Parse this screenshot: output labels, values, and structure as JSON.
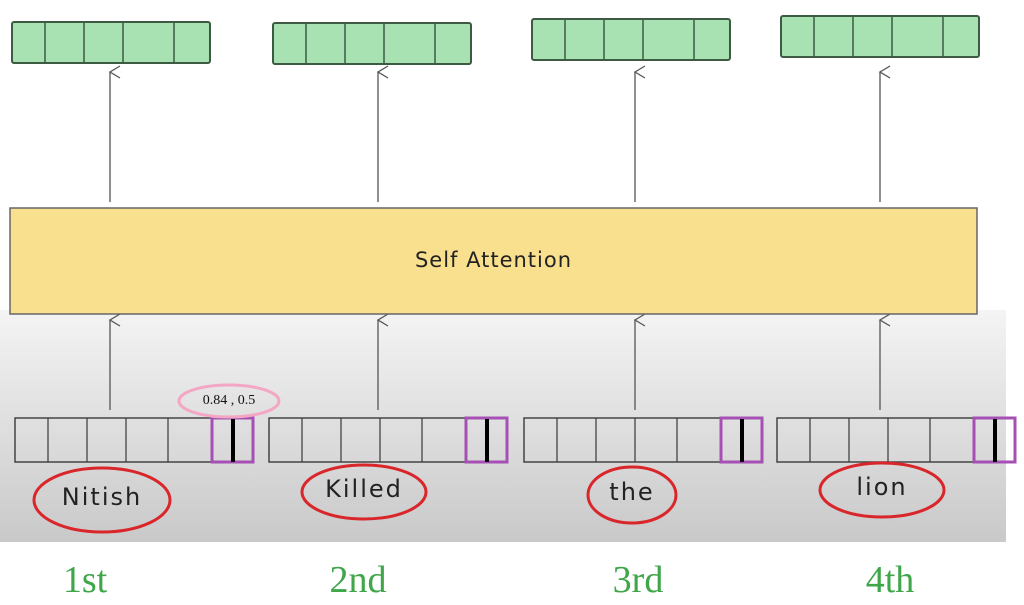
{
  "title": "Self Attention",
  "value_annotation": "0.84 , 0.5",
  "words": [
    "Nitish",
    "Killed",
    "the",
    "lion"
  ],
  "positions": [
    "1st",
    "2nd",
    "3rd",
    "4th"
  ],
  "colors": {
    "output_vector": "#a8e2b2",
    "attention_block": "#f9e08e",
    "highlight_cell": "#a64fb4",
    "word_circle": "#d9262b",
    "value_ellipse": "#f3a7c4",
    "position_label": "#3fa64a"
  }
}
